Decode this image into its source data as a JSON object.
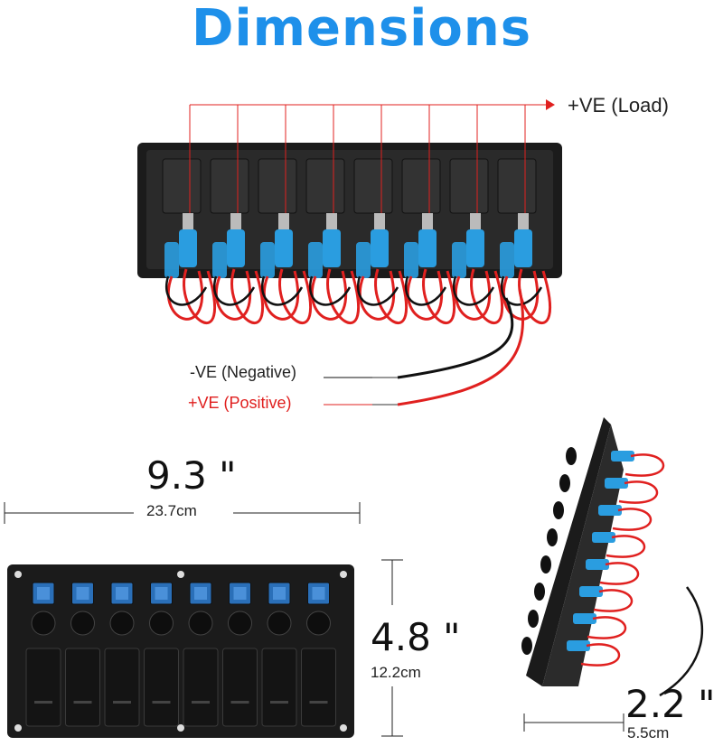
{
  "title": "Dimensions",
  "wiring": {
    "load_label": "+VE  (Load)",
    "negative_label": "-VE  (Negative)",
    "positive_label": "+VE  (Positive)",
    "switch_count": 8
  },
  "dimensions": {
    "width_in": "9.3 \"",
    "width_cm": "23.7cm",
    "height_in": "4.8 \"",
    "height_cm": "12.2cm",
    "depth_in": "2.2 \"",
    "depth_cm": "5.5cm"
  },
  "colors": {
    "title": "#1e90ea",
    "positive_wire": "#e0201f",
    "negative_wire": "#111111",
    "connector": "#2a9de0",
    "panel": "#1b1b1b"
  }
}
